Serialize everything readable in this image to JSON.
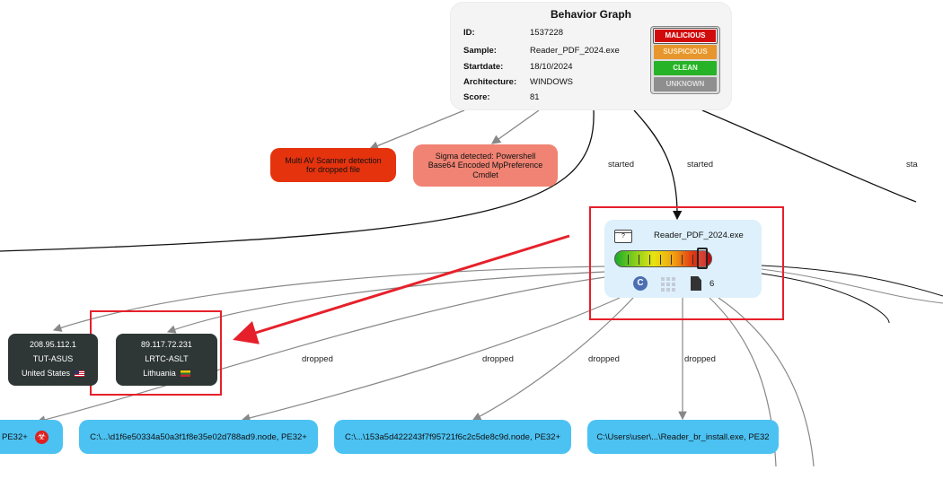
{
  "info_card": {
    "title": "Behavior Graph",
    "rows": [
      {
        "key": "ID:",
        "value": "1537228"
      },
      {
        "key": "Sample:",
        "value": "Reader_PDF_2024.exe"
      },
      {
        "key": "Startdate:",
        "value": "18/10/2024"
      },
      {
        "key": "Architecture:",
        "value": "WINDOWS"
      },
      {
        "key": "Score:",
        "value": "81"
      }
    ],
    "verdicts": [
      "MALICIOUS",
      "SUSPICIOUS",
      "CLEAN",
      "UNKNOWN"
    ],
    "selected_verdict": "MALICIOUS"
  },
  "detections": [
    {
      "text": "Multi AV Scanner detection for dropped file",
      "color": "#e5330e"
    },
    {
      "text": "Sigma detected: Powershell Base64 Encoded MpPreference Cmdlet",
      "color": "#f08373"
    }
  ],
  "edge_labels": {
    "started_1": "started",
    "started_2": "started",
    "started_3": "sta",
    "dropped_1": "dropped",
    "dropped_2": "dropped",
    "dropped_3": "dropped",
    "dropped_4": "dropped"
  },
  "process": {
    "name": "Reader_PDF_2024.exe",
    "window_icon_glyph": "?",
    "cpp_icon_glyph": "C",
    "count": "6",
    "threat_level": 0.9
  },
  "hosts": [
    {
      "ip": "208.95.112.1",
      "org": "TUT-ASUS",
      "country": "United States",
      "flag": "us"
    },
    {
      "ip": "89.117.72.231",
      "org": "LRTC-ASLT",
      "country": "Lithuania",
      "flag": "lt"
    }
  ],
  "files": [
    {
      "label": "PE32+"
    },
    {
      "label": "C:\\...\\d1f6e50334a50a3f1f8e35e02d788ad9.node, PE32+"
    },
    {
      "label": "C:\\...\\153a5d422243f7f95721f6c2c5de8c9d.node, PE32+"
    },
    {
      "label": "C:\\Users\\user\\...\\Reader_br_install.exe, PE32"
    }
  ],
  "colors": {
    "malicious": "#d10b0b",
    "suspicious": "#e6962d",
    "clean": "#27b327",
    "unknown": "#8e8e8e",
    "host_node": "#2f3636",
    "file_node": "#4cc2f2",
    "process_node": "#ddf0fb",
    "highlight": "#e6202a"
  }
}
